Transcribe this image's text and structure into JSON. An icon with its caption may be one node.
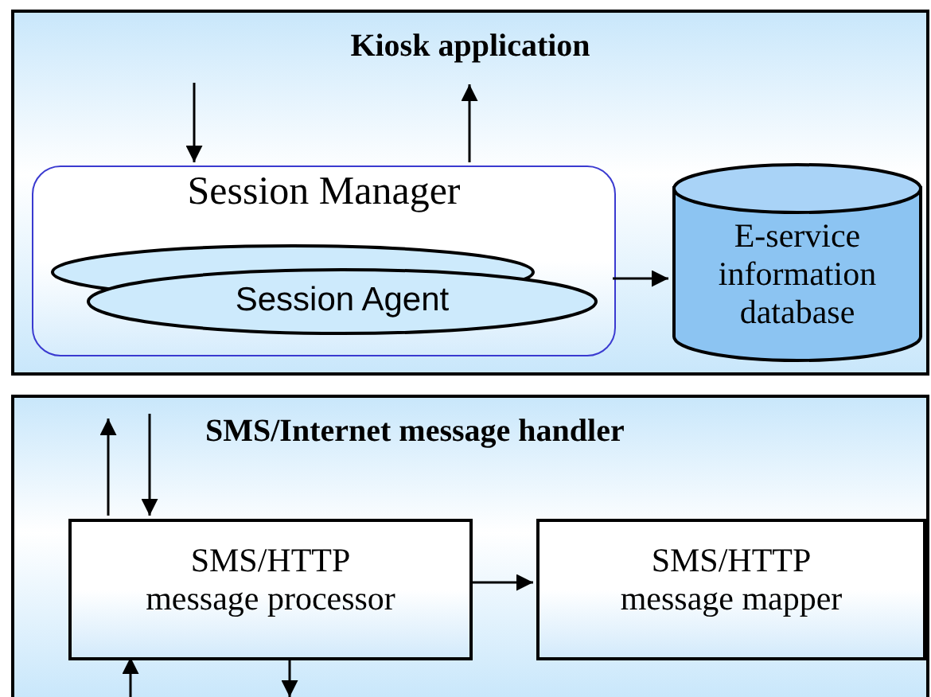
{
  "diagram": {
    "nodes": [
      {
        "text": [
          "Kiosk application"
        ]
      },
      {
        "text": [
          "Session Manager"
        ],
        "in": 0
      },
      {
        "text": [
          "Session Agent"
        ],
        "in": 1
      },
      {
        "text": [
          "E-service information database"
        ],
        "in": 0
      },
      {
        "text": [
          "SMS/Internet message handler"
        ]
      },
      {
        "text": [
          "SMS/HTTP message processor"
        ],
        "in": 4
      },
      {
        "text": [
          "SMS/HTTP message mapper"
        ],
        "in": 4
      }
    ],
    "edges": [
      {
        "from": null,
        "to": 1,
        "arrow": "to"
      },
      {
        "from": 1,
        "to": null,
        "arrow": "to"
      },
      {
        "from": 1,
        "to": 3,
        "arrow": "to"
      },
      {
        "from": 5,
        "to": null,
        "arrow": "to"
      },
      {
        "from": null,
        "to": 5,
        "arrow": "to"
      },
      {
        "from": 5,
        "to": 6,
        "arrow": "to"
      },
      {
        "from": null,
        "to": 5,
        "arrow": "to"
      },
      {
        "from": 5,
        "to": null,
        "arrow": "to"
      }
    ]
  }
}
